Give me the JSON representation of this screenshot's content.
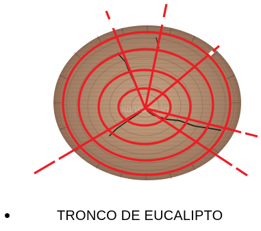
{
  "photo": {
    "subject": "eucalyptus-trunk-cross-section",
    "watermark": "Dreamstime",
    "colors": {
      "wood_light": "#c9a486",
      "wood_mid": "#a57f63",
      "wood_dark": "#6e5040",
      "crack": "#2a1d16",
      "annotation": "#ee1c24"
    }
  },
  "caption": {
    "bullet_icon": "bullet-dot",
    "text": "TRONCO DE EUCALIPTO"
  }
}
